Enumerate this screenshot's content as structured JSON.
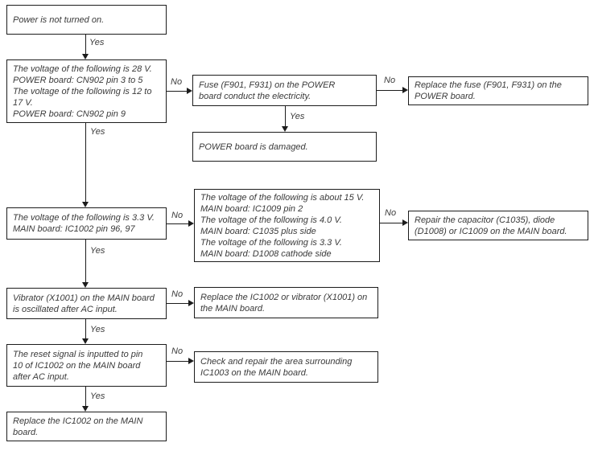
{
  "diagram": {
    "type": "troubleshooting-flowchart",
    "colors": {
      "line": "#1c1c1c",
      "text": "#3a3a3a",
      "background": "#ffffff"
    },
    "nodes": {
      "power_not_on": {
        "text": "Power is not turned on."
      },
      "voltage_28v_check": {
        "text": "The voltage of the following is 28 V.\nPOWER board: CN902 pin 3 to 5\nThe voltage of the following is 12 to\n17 V.\nPOWER board: CN902 pin 9"
      },
      "fuse_check": {
        "text": "Fuse (F901, F931) on the POWER\nboard conduct the electricity."
      },
      "replace_fuse": {
        "text": "Replace the fuse (F901, F931) on the\nPOWER board."
      },
      "power_board_damaged": {
        "text": "POWER board is damaged."
      },
      "voltage_3_3v_check": {
        "text": "The voltage of the following is 3.3 V.\nMAIN board: IC1002 pin 96, 97"
      },
      "voltage_15v_check": {
        "text": "The voltage of the following is about 15 V.\nMAIN board: IC1009 pin 2\nThe voltage of the following is 4.0 V.\nMAIN board: C1035 plus side\nThe voltage of the following is 3.3 V.\nMAIN board: D1008 cathode side"
      },
      "repair_capacitor": {
        "text": "Repair the capacitor (C1035), diode\n(D1008) or IC1009 on the MAIN board."
      },
      "vibrator_check": {
        "text": "Vibrator (X1001) on the MAIN board\nis oscillated after AC input."
      },
      "replace_ic1002_vibrator": {
        "text": "Replace the IC1002 or vibrator (X1001) on\nthe MAIN board."
      },
      "reset_signal_check": {
        "text": "The reset signal is inputted to pin\n10 of IC1002 on the MAIN board\nafter AC input."
      },
      "check_ic1003": {
        "text": "Check and repair the area surrounding\nIC1003 on the MAIN board."
      },
      "replace_ic1002": {
        "text": "Replace the IC1002 on the MAIN\nboard."
      }
    },
    "edges": [
      {
        "from": "power_not_on",
        "to": "voltage_28v_check",
        "label": "Yes"
      },
      {
        "from": "voltage_28v_check",
        "to": "fuse_check",
        "label": "No"
      },
      {
        "from": "fuse_check",
        "to": "replace_fuse",
        "label": "No"
      },
      {
        "from": "fuse_check",
        "to": "power_board_damaged",
        "label": "Yes"
      },
      {
        "from": "voltage_28v_check",
        "to": "voltage_3_3v_check",
        "label": "Yes"
      },
      {
        "from": "voltage_3_3v_check",
        "to": "voltage_15v_check",
        "label": "No"
      },
      {
        "from": "voltage_15v_check",
        "to": "repair_capacitor",
        "label": "No"
      },
      {
        "from": "voltage_3_3v_check",
        "to": "vibrator_check",
        "label": "Yes"
      },
      {
        "from": "vibrator_check",
        "to": "replace_ic1002_vibrator",
        "label": "No"
      },
      {
        "from": "vibrator_check",
        "to": "reset_signal_check",
        "label": "Yes"
      },
      {
        "from": "reset_signal_check",
        "to": "check_ic1003",
        "label": "No"
      },
      {
        "from": "reset_signal_check",
        "to": "replace_ic1002",
        "label": "Yes"
      }
    ]
  }
}
